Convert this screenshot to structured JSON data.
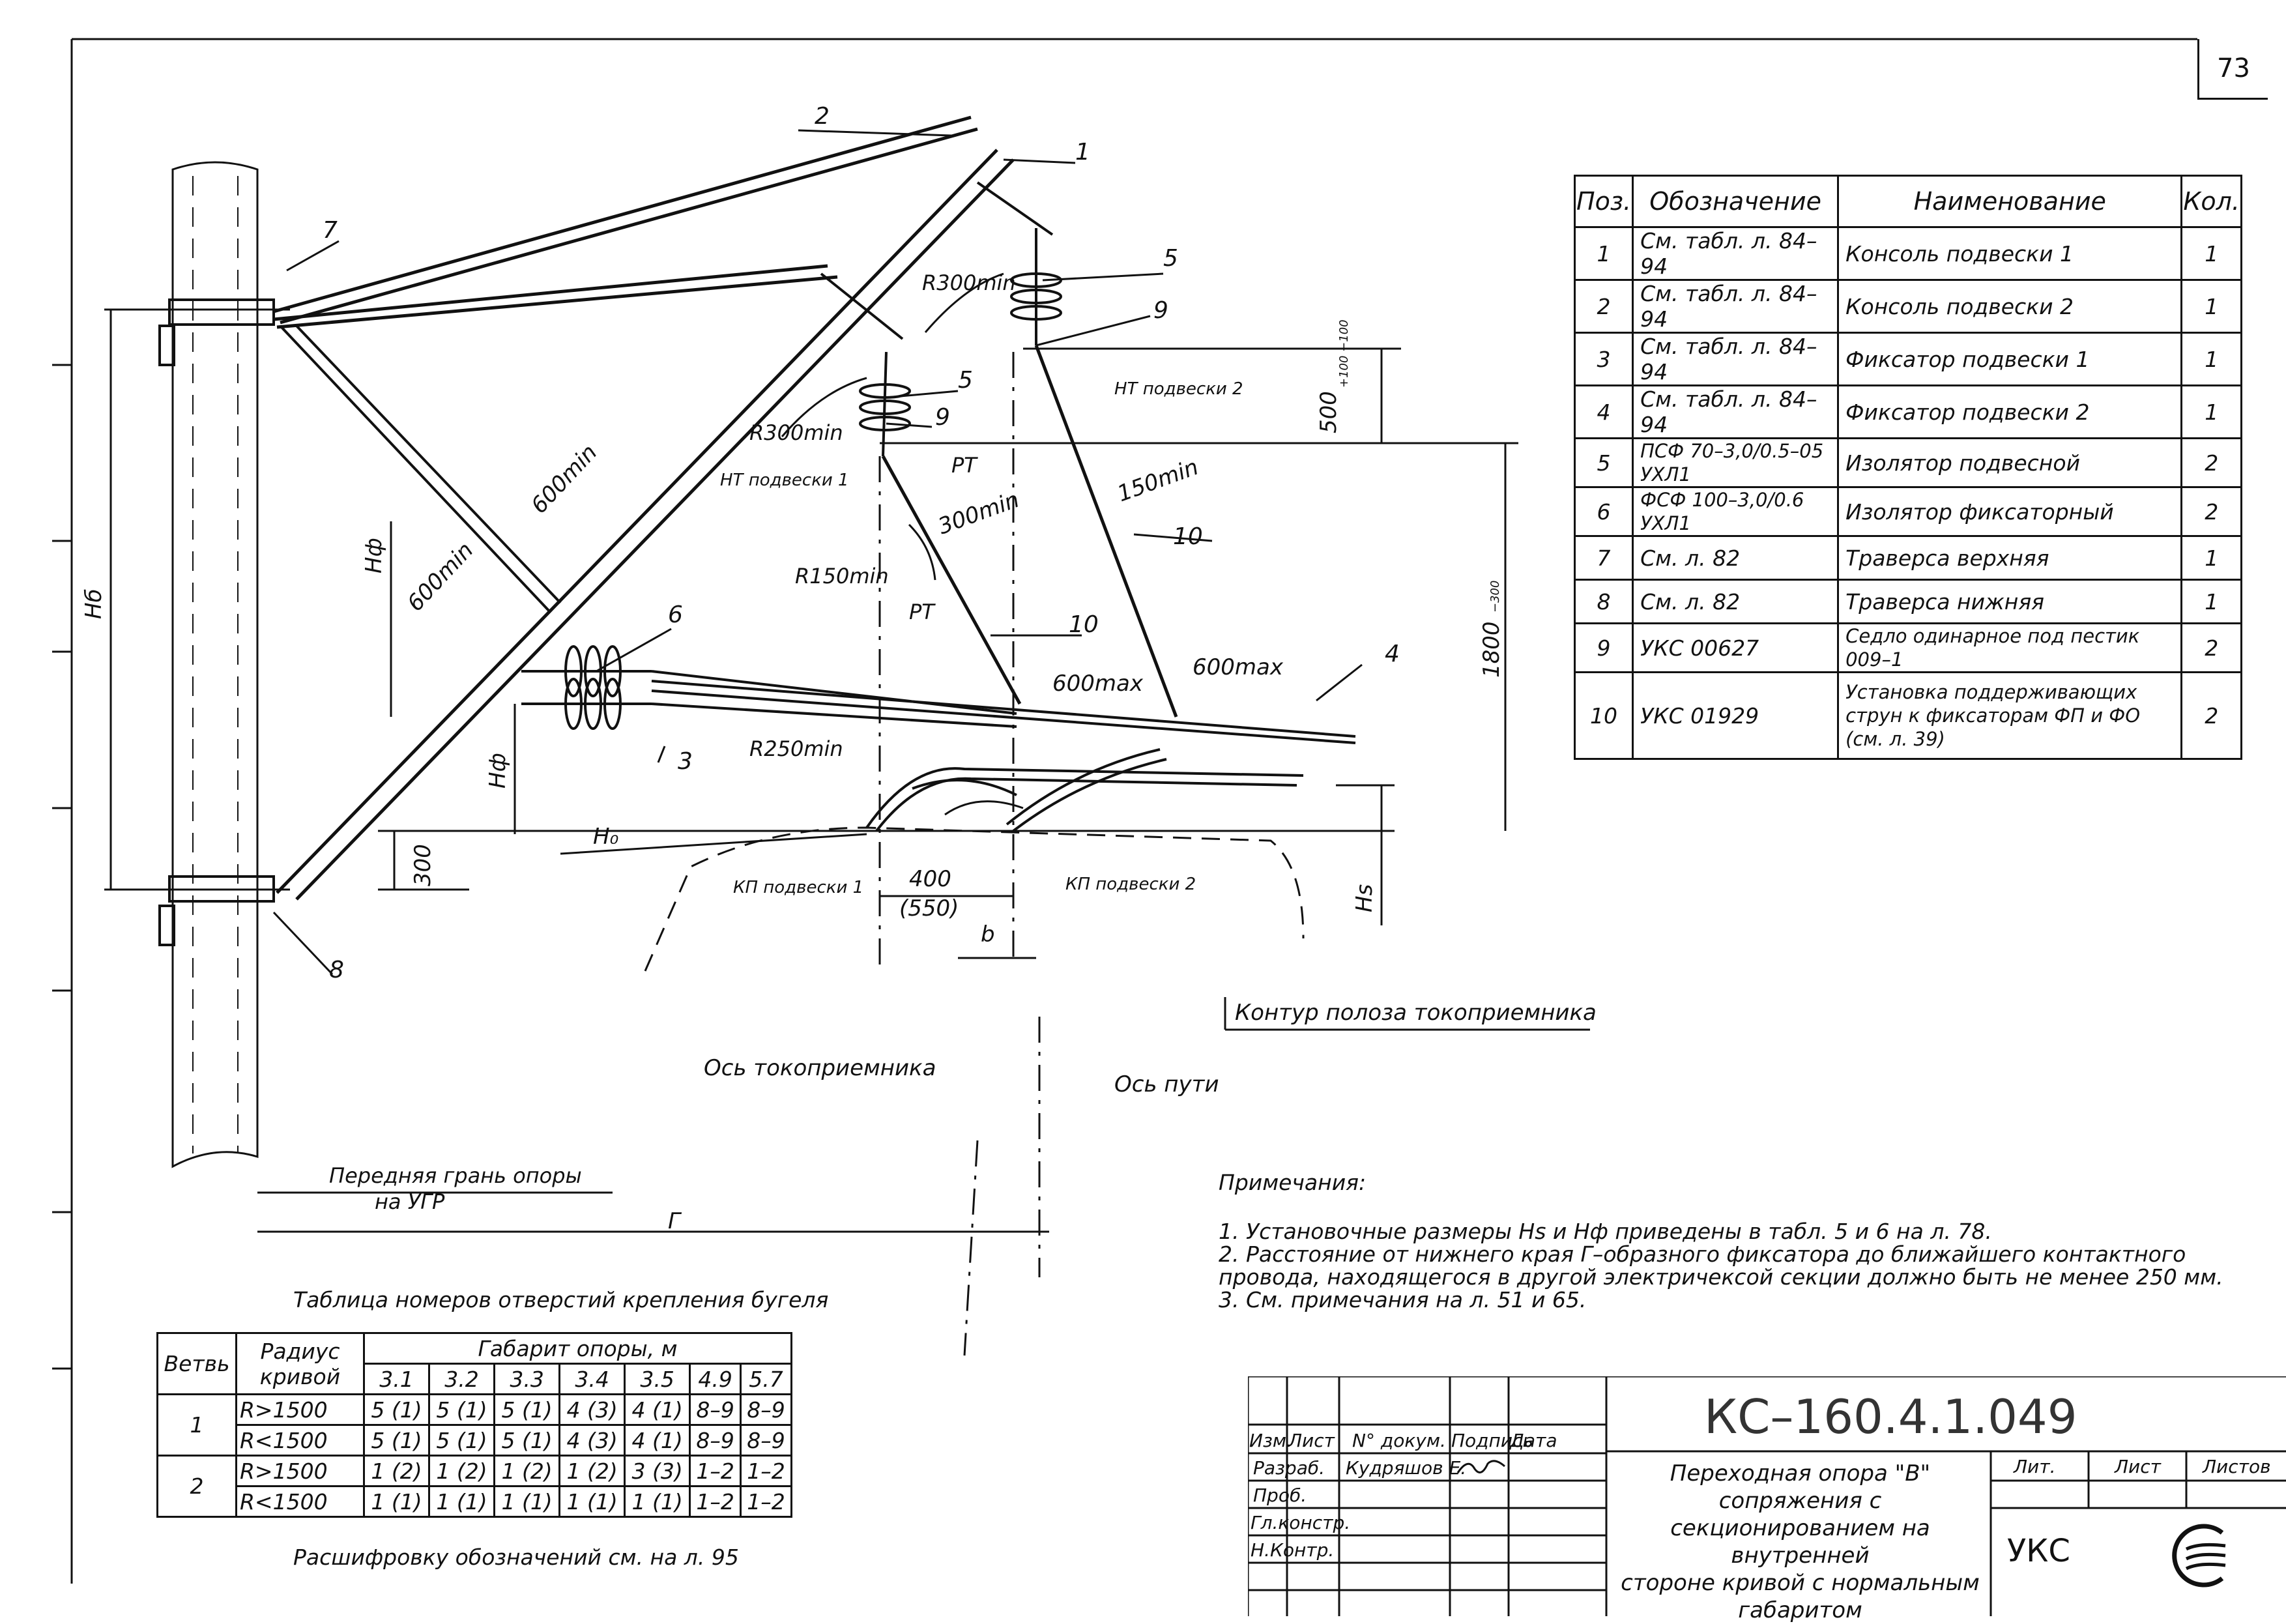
{
  "page_number": "73",
  "spec_table": {
    "headers": {
      "pos": "Поз.",
      "designation": "Обозначение",
      "name": "Наименование",
      "qty": "Кол."
    },
    "rows": [
      {
        "pos": "1",
        "designation": "См. табл. л. 84–94",
        "name": "Консоль подвески 1",
        "qty": "1"
      },
      {
        "pos": "2",
        "designation": "См. табл. л. 84–94",
        "name": "Консоль подвески 2",
        "qty": "1"
      },
      {
        "pos": "3",
        "designation": "См. табл. л. 84–94",
        "name": "Фиксатор подвески 1",
        "qty": "1"
      },
      {
        "pos": "4",
        "designation": "См. табл. л. 84–94",
        "name": "Фиксатор подвески 2",
        "qty": "1"
      },
      {
        "pos": "5",
        "designation": "ПСФ 70–3,0/0.5–05 УХЛ1",
        "name": "Изолятор подвесной",
        "qty": "2"
      },
      {
        "pos": "6",
        "designation": "ФСФ 100–3,0/0.6 УХЛ1",
        "name": "Изолятор фиксаторный",
        "qty": "2"
      },
      {
        "pos": "7",
        "designation": "См. л. 82",
        "name": "Траверса верхняя",
        "qty": "1"
      },
      {
        "pos": "8",
        "designation": "См. л. 82",
        "name": "Траверса нижняя",
        "qty": "1"
      },
      {
        "pos": "9",
        "designation": "УКС 00627",
        "name": "Седло одинарное под пестик 009–1",
        "qty": "2"
      },
      {
        "pos": "10",
        "designation": "УКС 01929",
        "name": "Установка поддерживающих струн к фиксаторам ФП и ФО (см. л. 39)",
        "qty": "2"
      }
    ]
  },
  "holes_table": {
    "title": "Таблица номеров отверстий крепления бугеля",
    "col_branch": "Ветвь",
    "col_radius": "Радиус кривой",
    "col_gabarit": "Габарит опоры, м",
    "gabarits": [
      "3.1",
      "3.2",
      "3.3",
      "3.4",
      "3.5",
      "4.9",
      "5.7"
    ],
    "rows": [
      {
        "branch": "1",
        "radius": "R>1500",
        "values": [
          "5 (1)",
          "5 (1)",
          "5 (1)",
          "4 (3)",
          "4 (1)",
          "8–9",
          "8–9"
        ]
      },
      {
        "branch": "",
        "radius": "R<1500",
        "values": [
          "5 (1)",
          "5 (1)",
          "5 (1)",
          "4 (3)",
          "4 (1)",
          "8–9",
          "8–9"
        ]
      },
      {
        "branch": "2",
        "radius": "R>1500",
        "values": [
          "1 (2)",
          "1 (2)",
          "1 (2)",
          "1 (2)",
          "3 (3)",
          "1–2",
          "1–2"
        ]
      },
      {
        "branch": "",
        "radius": "R<1500",
        "values": [
          "1 (1)",
          "1 (1)",
          "1 (1)",
          "1 (1)",
          "1 (1)",
          "1–2",
          "1–2"
        ]
      }
    ],
    "footnote": "Расшифровку обозначений см. на л. 95"
  },
  "notes": {
    "title": "Примечания:",
    "items": [
      "1. Установочные размеры Hs и Hф приведены в табл. 5 и 6 на л. 78.",
      "2. Расстояние от нижнего края Г–образного фиксатора до ближайшего контактного",
      "провода, находящегося в другой электричексой секции должно быть не менее 250 мм.",
      "3. См. примечания на л. 51 и 65."
    ]
  },
  "drawing_labels": {
    "callouts": [
      "1",
      "2",
      "3",
      "4",
      "5",
      "5",
      "6",
      "7",
      "8",
      "9",
      "9",
      "10",
      "10"
    ],
    "r300_a": "R300min",
    "r300_b": "R300min",
    "r150": "R150min",
    "r250": "R250min",
    "nt1": "НТ подвески 1",
    "nt2": "НТ подвески 2",
    "pt_top": "РТ",
    "pt_bottom": "РТ",
    "d600_a": "600min",
    "d600_b": "600min",
    "d300": "300min",
    "d150": "150min",
    "d600max_a": "600max",
    "d600max_b": "600max",
    "h500": "500",
    "h500_tol": "+100 −100",
    "h1800": "1800",
    "h1800_tol": "−300",
    "h300": "300",
    "hb": "Нб",
    "hf1": "Нф",
    "hf2": "Нф",
    "h0": "H₀",
    "hs": "Hs",
    "d400": "400",
    "d550": "(550)",
    "b": "b",
    "g": "Г",
    "kp1": "КП подвески 1",
    "kp2": "КП подвески 2",
    "contour": "Контур полоза токоприемника",
    "axis_pant": "Ось токоприемника",
    "axis_track": "Ось пути",
    "front_face_1": "Передняя грань опоры",
    "front_face_2": "на УГР"
  },
  "title_block": {
    "code": "КС–160.4.1.049",
    "title_lines": [
      "Переходная опора \"В\" сопряжения с",
      "секционированием на внутренней",
      "стороне кривой с нормальным",
      "габаритом"
    ],
    "col_izm": "Изм.",
    "col_list": "Лист",
    "col_doc": "N° докум.",
    "col_sign": "Подпись",
    "col_date": "Дата",
    "razrab": "Разраб.",
    "razrab_name": "Кудряшов Е.",
    "prov": "Проб.",
    "glkonstr": "Гл.констр.",
    "nkontr": "Н.Контр.",
    "lit": "Лит.",
    "list": "Лист",
    "listov": "Листов",
    "org": "УКС"
  }
}
